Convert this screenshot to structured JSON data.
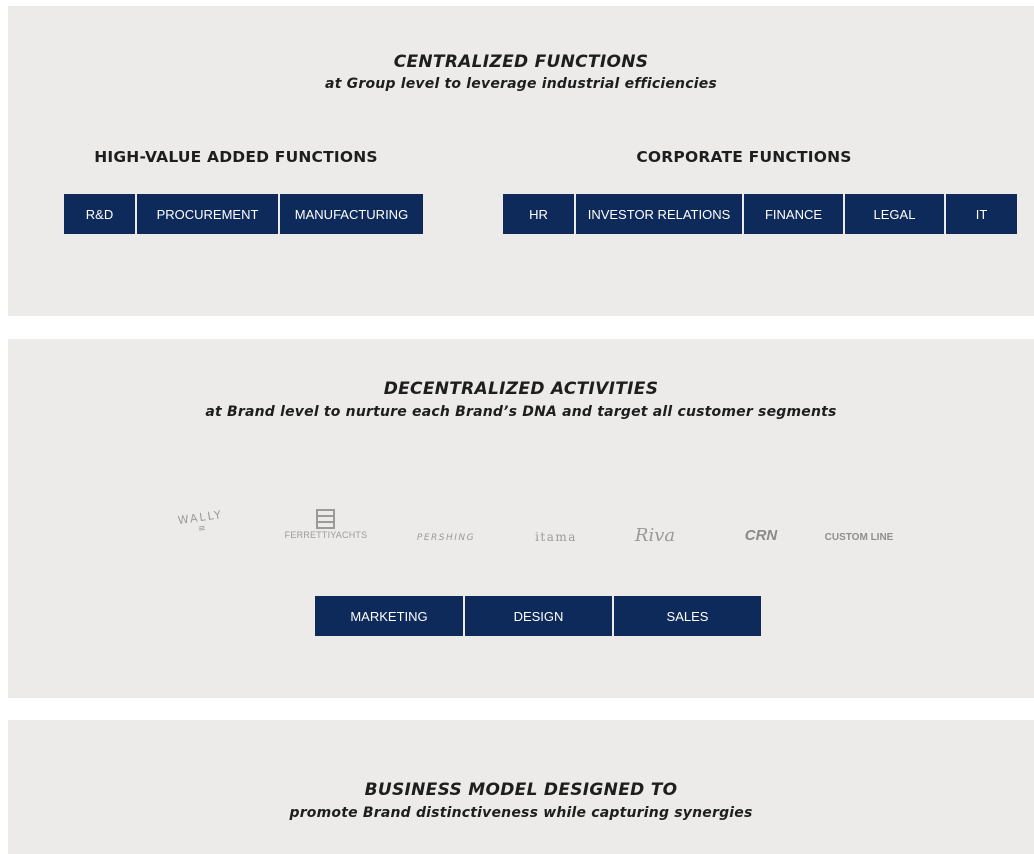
{
  "centralized": {
    "title": "CENTRALIZED FUNCTIONS",
    "subtitle": "at Group level to leverage industrial efficiencies",
    "high_value_title": "HIGH-VALUE ADDED FUNCTIONS",
    "high_value_items": [
      "R&D",
      "PROCUREMENT",
      "MANUFACTURING"
    ],
    "corporate_title": "CORPORATE FUNCTIONS",
    "corporate_items": [
      "HR",
      "INVESTOR RELATIONS",
      "FINANCE",
      "LEGAL",
      "IT"
    ]
  },
  "decentralized": {
    "title": "DECENTRALIZED ACTIVITIES",
    "subtitle": "at Brand level to nurture each Brand’s DNA and target all customer segments",
    "brands": [
      "WALLY",
      "FERRETTIYACHTS",
      "PERSHING",
      "itama",
      "Riva",
      "CRN",
      "CUSTOM LINE"
    ],
    "items": [
      "MARKETING",
      "DESIGN",
      "SALES"
    ]
  },
  "business_model": {
    "title": "BUSINESS MODEL DESIGNED TO",
    "subtitle": "promote Brand distinctiveness while capturing synergies"
  },
  "colors": {
    "panel_background": "#ecebe9",
    "box_background": "#0e2a5a",
    "box_text": "#ffffff",
    "heading_text": "#1e1e1e",
    "logo_gray": "#9a9a9a"
  },
  "icons": [
    "wally-logo",
    "ferretti-yachts-logo",
    "pershing-logo",
    "itama-logo",
    "riva-logo",
    "crn-logo",
    "custom-line-logo"
  ]
}
